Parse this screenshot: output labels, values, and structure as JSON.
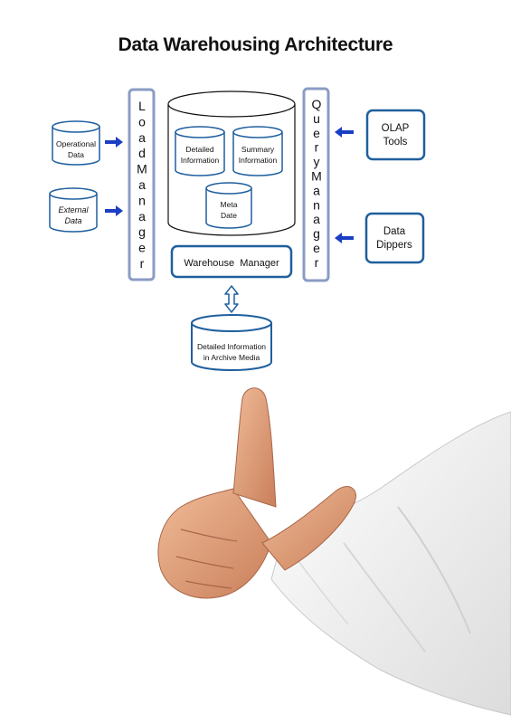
{
  "title": "Data Warehousing Architecture",
  "sources": {
    "operational": [
      "Operational",
      "Data"
    ],
    "external": [
      "External",
      "Data"
    ]
  },
  "load_manager": [
    "L",
    "o",
    "a",
    "d",
    "M",
    "a",
    "n",
    "a",
    "g",
    "e",
    "r"
  ],
  "query_manager": [
    "Q",
    "u",
    "e",
    "r",
    "y",
    "M",
    "a",
    "n",
    "a",
    "g",
    "e",
    "r"
  ],
  "warehouse": {
    "detailed": [
      "Detailed",
      "Information"
    ],
    "summary": [
      "Summary",
      "Information"
    ],
    "meta": [
      "Meta",
      "Date"
    ],
    "manager": "Warehouse  Manager"
  },
  "archive": [
    "Detailed Information",
    "in Archive Media"
  ],
  "tools": {
    "olap": [
      "OLAP",
      "Tools"
    ],
    "dippers": [
      "Data",
      "Dippers"
    ]
  },
  "colors": {
    "outline": "#1f5f9e",
    "arrow": "#1a3fc4",
    "side_bar": "#8a9cc4",
    "skin": "#e0a07a",
    "sleeve": "#f2f2f2"
  }
}
